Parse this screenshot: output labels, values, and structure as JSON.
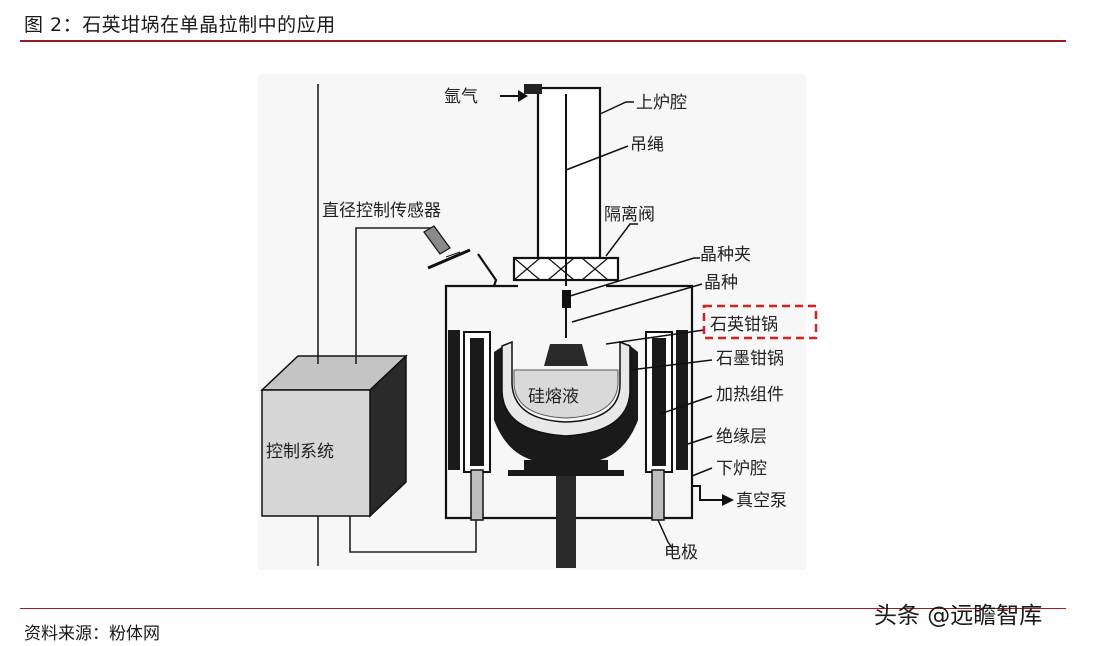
{
  "figure": {
    "title": "图 2：石英坩埚在单晶拉制中的应用",
    "source": "资料来源：粉体网",
    "watermark": "头条 @远瞻智库"
  },
  "labels": {
    "argon": "氩气",
    "upper_chamber": "上炉腔",
    "rope": "吊绳",
    "isolation_valve": "隔离阀",
    "seed_chuck": "晶种夹",
    "seed": "晶种",
    "quartz_crucible": "石英钳锅",
    "graphite_crucible": "石墨钳锅",
    "heater": "加热组件",
    "insulation": "绝缘层",
    "lower_chamber": "下炉腔",
    "vacuum_pump": "真空泵",
    "electrode": "电极",
    "diameter_sensor": "直径控制传感器",
    "silicon_melt": "硅熔液",
    "control_system": "控制系统"
  },
  "colors": {
    "rule": "#9b1c1c",
    "highlight": "#d42020",
    "dark_fill": "#1a1a1a",
    "box_fill": "#d6d6d6",
    "melt_fill": "#d9d9d9"
  }
}
